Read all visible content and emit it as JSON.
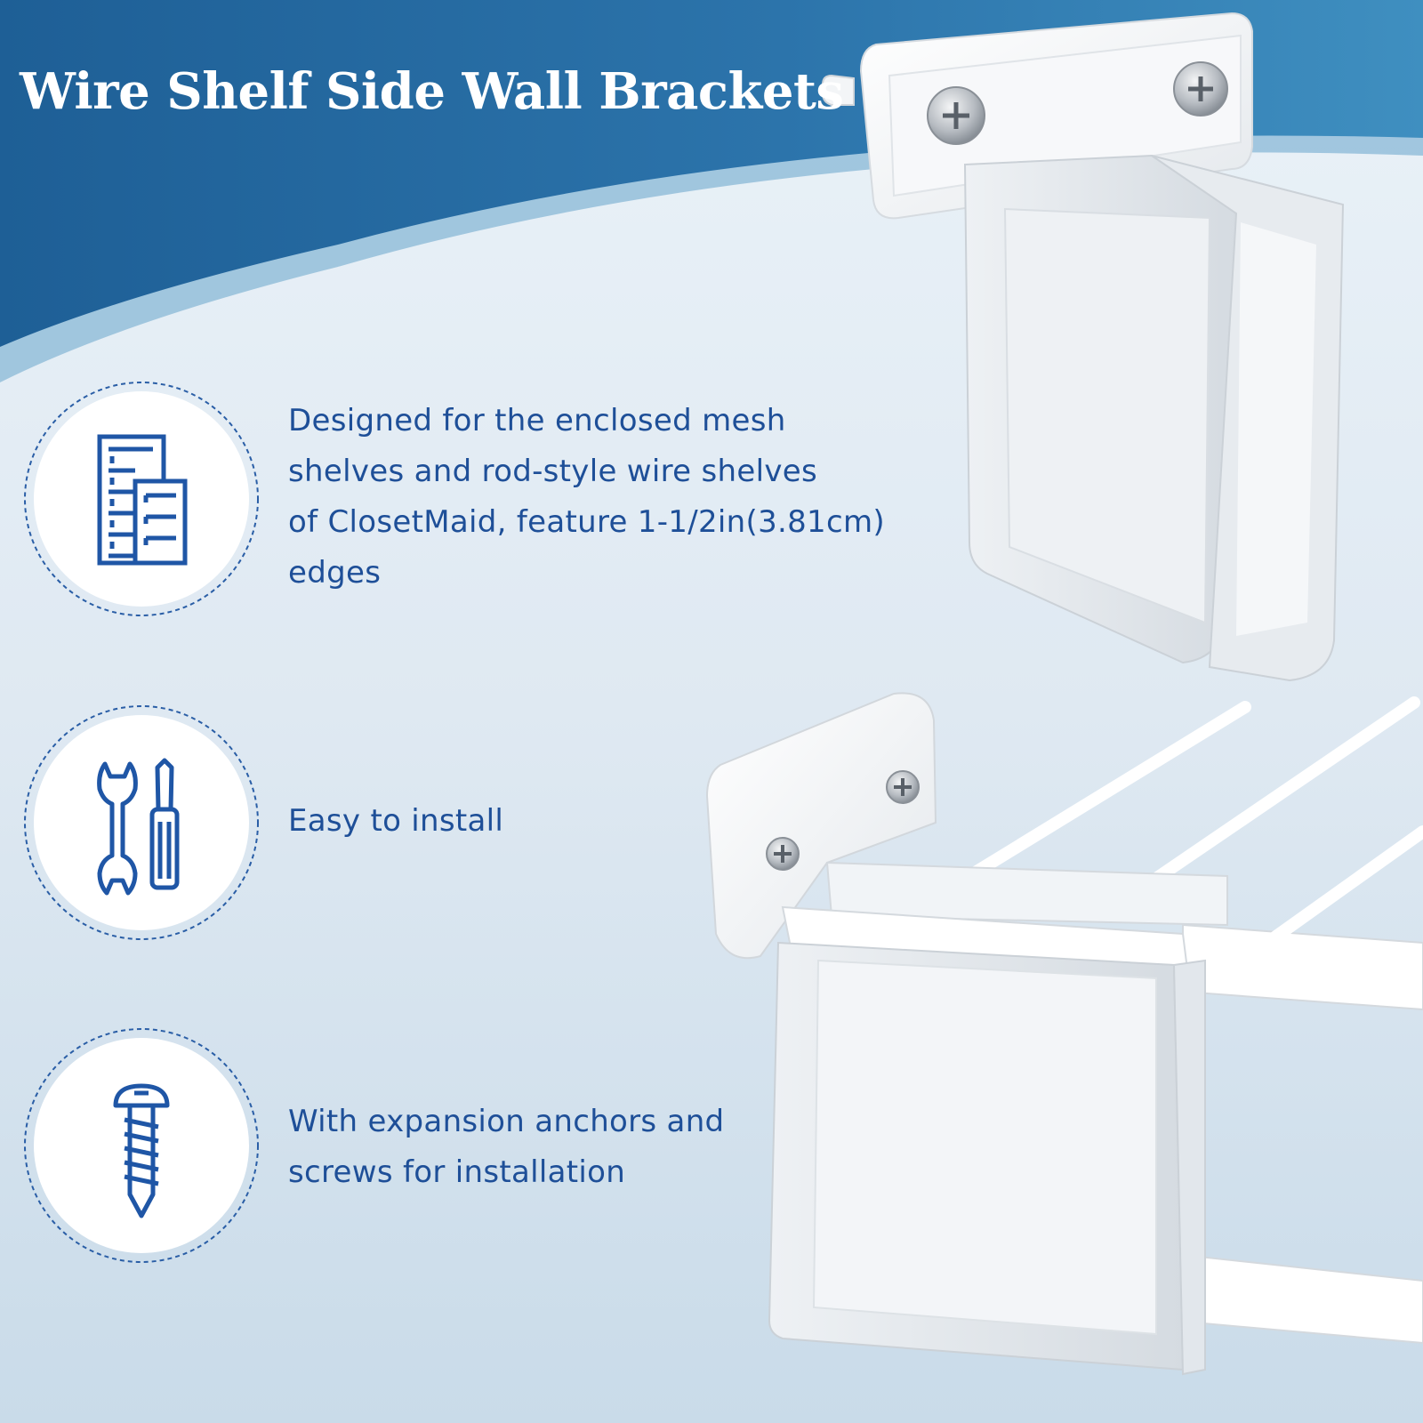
{
  "title": "Wire Shelf Side Wall Brackets",
  "features": [
    {
      "icon": "shelving-units-icon",
      "lines": [
        "Designed for the enclosed mesh",
        "shelves and rod-style wire shelves",
        "of ClosetMaid, feature 1-1/2in(3.81cm)",
        "edges"
      ]
    },
    {
      "icon": "wrench-screwdriver-icon",
      "lines": [
        "Easy to install"
      ]
    },
    {
      "icon": "screw-icon",
      "lines": [
        "With expansion anchors and",
        "screws for installation"
      ]
    }
  ],
  "colors": {
    "banner": "#2c6ea5",
    "accent_text": "#1e4f98",
    "icon": "#1f56a6",
    "title_text": "#ffffff"
  }
}
